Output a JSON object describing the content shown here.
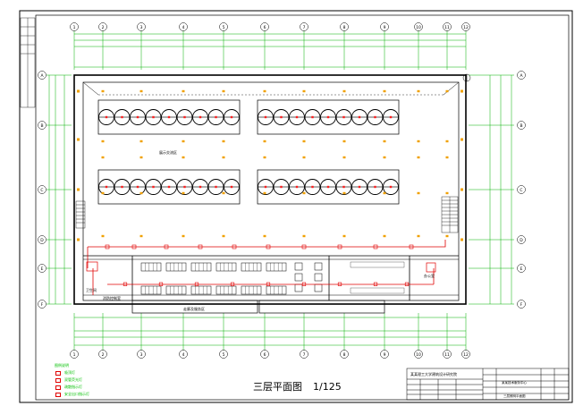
{
  "plan": {
    "title": "三层平面图",
    "scale": "1/125"
  },
  "axes": {
    "top": [
      "1",
      "2",
      "3",
      "4",
      "5",
      "6",
      "7",
      "8",
      "9",
      "10",
      "11",
      "12"
    ],
    "left": [
      "A",
      "B",
      "C",
      "D",
      "E",
      "F"
    ]
  },
  "rooms": {
    "main_hall": "展示交流区",
    "left_room": "卫生间",
    "lower_left": "消防控制室",
    "corridor_label": "走廊及服务区",
    "right_room": "办公室"
  },
  "legend": {
    "title": "图例说明",
    "items": [
      "吸顶灯",
      "双管荧光灯",
      "疏散指示灯",
      "安全出口指示灯"
    ]
  },
  "title_block": {
    "company": "某某理工大学建筑设计研究院",
    "project": "某某技术服务中心",
    "drawing": "三层照明平面图"
  },
  "colors": {
    "wall": "#000000",
    "electrical": "#e00000",
    "dimension": "#00b000",
    "fixture": "#f0a000",
    "equipment": "#ff2020"
  }
}
